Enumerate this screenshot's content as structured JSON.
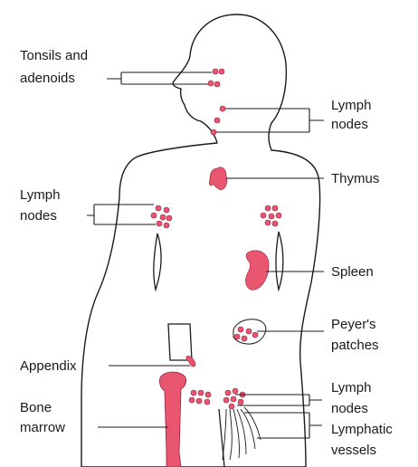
{
  "colors": {
    "background": "#ffffff",
    "body_fill": "#ffffff",
    "body_outline": "#1a1a1a",
    "lymph_tissue": "#e8566f",
    "lymph_tissue_dark": "#9b1d38",
    "label_text": "#1a1a1a"
  },
  "labels": {
    "tonsils_line1": "Tonsils and",
    "tonsils_line2": "adenoids",
    "neck_nodes_line1": "Lymph",
    "neck_nodes_line2": "nodes",
    "thymus": "Thymus",
    "armpit_nodes_line1": "Lymph",
    "armpit_nodes_line2": "nodes",
    "spleen": "Spleen",
    "peyers_line1": "Peyer's",
    "peyers_line2": "patches",
    "appendix": "Appendix",
    "bone_marrow_line1": "Bone",
    "bone_marrow_line2": "marrow",
    "groin_nodes_line1": "Lymph",
    "groin_nodes_line2": "nodes",
    "vessels_line1": "Lymphatic",
    "vessels_line2": "vessels"
  },
  "icons": [
    "human-body-outline",
    "thymus-gland",
    "spleen-organ",
    "femur-bone",
    "appendix-organ"
  ]
}
